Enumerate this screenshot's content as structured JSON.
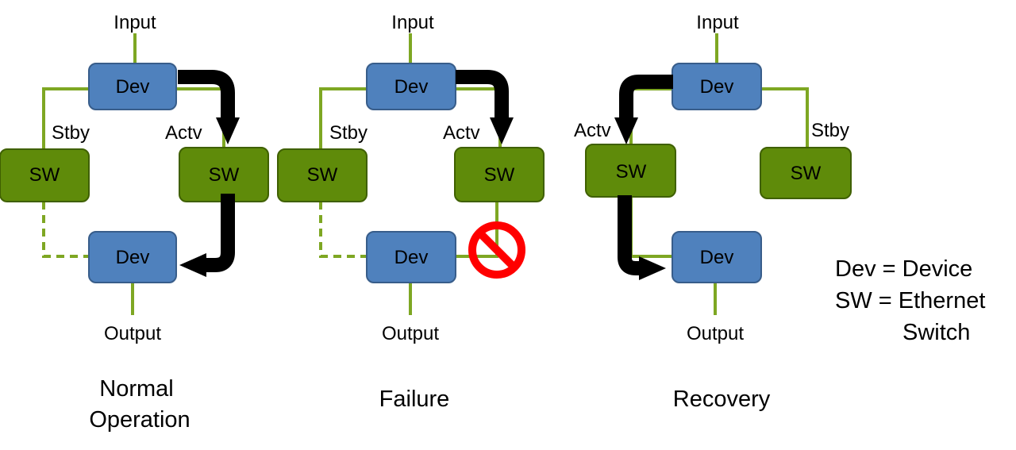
{
  "colors": {
    "dev_fill": "#4f81bd",
    "dev_stroke": "#385d8a",
    "sw_fill": "#5f8b0a",
    "sw_stroke": "#3f6000",
    "link": "#7ea723",
    "arrow": "#000000",
    "no_sign": "#ff0000"
  },
  "normal": {
    "input": "Input",
    "dev_top": "Dev",
    "stby": "Stby",
    "actv": "Actv",
    "sw_left": "SW",
    "sw_right": "SW",
    "dev_bottom": "Dev",
    "output": "Output",
    "caption_line1": "Normal",
    "caption_line2": "Operation"
  },
  "failure": {
    "input": "Input",
    "dev_top": "Dev",
    "stby": "Stby",
    "actv": "Actv",
    "sw_left": "SW",
    "sw_right": "SW",
    "dev_bottom": "Dev",
    "output": "Output",
    "caption": "Failure",
    "failure_icon": "no-entry-icon"
  },
  "recovery": {
    "input": "Input",
    "dev_top": "Dev",
    "actv": "Actv",
    "stby": "Stby",
    "sw_left": "SW",
    "sw_right": "SW",
    "dev_bottom": "Dev",
    "output": "Output",
    "caption": "Recovery"
  },
  "legend": {
    "line1": "Dev = Device",
    "line2": "SW = Ethernet",
    "line3": "Switch"
  }
}
